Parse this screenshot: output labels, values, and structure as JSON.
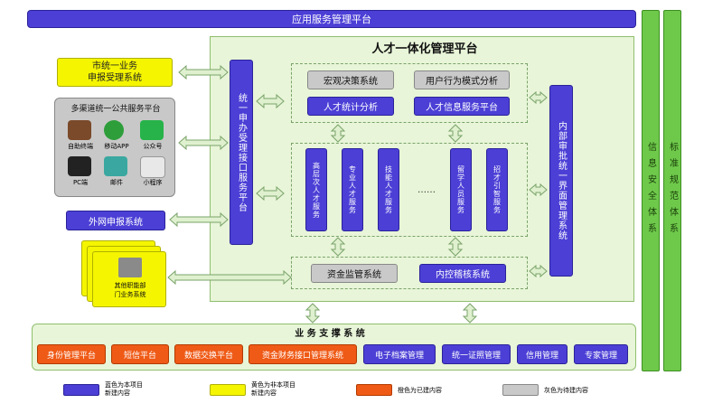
{
  "top_bar": "应用服务管理平台",
  "right_cols": {
    "security": "信息安全体系",
    "standard": "标准规范体系"
  },
  "main_platform": {
    "title": "人才一体化管理平台"
  },
  "left": {
    "unified_report": "市统一业务\n申报受理系统",
    "multi_channel": {
      "title": "多渠道统一公共服务平台",
      "items": [
        "自助终端",
        "移动APP",
        "公众号",
        "PC端",
        "邮件",
        "小程序"
      ]
    },
    "external": "外网申报系统",
    "other_dept": "其他职能部\n门业务系统"
  },
  "interface_platform": "统一申办受理接口服务平台",
  "internal_platform": "内部审批统一界面管理系统",
  "top_modules": {
    "macro": "宏观决策系统",
    "user_behavior": "用户行为模式分析",
    "stats": "人才统计分析",
    "info": "人才信息服务平台"
  },
  "services": [
    "高层次人才服务",
    "专业人才服务",
    "技能人才服务",
    "……",
    "留学人员服务",
    "招才引智服务"
  ],
  "bottom_modules": {
    "fund": "资金监管系统",
    "control": "内控稽核系统"
  },
  "support": {
    "title": "业 务 支 撑 系 统",
    "items": [
      {
        "label": "身份管理平台",
        "type": "orange"
      },
      {
        "label": "短信平台",
        "type": "orange"
      },
      {
        "label": "数据交换平台",
        "type": "orange"
      },
      {
        "label": "资金财务接口管理系统",
        "type": "orange"
      },
      {
        "label": "电子档案管理",
        "type": "blue"
      },
      {
        "label": "统一证照管理",
        "type": "blue"
      },
      {
        "label": "信用管理",
        "type": "blue"
      },
      {
        "label": "专家管理",
        "type": "blue"
      }
    ]
  },
  "legend": [
    {
      "label": "蓝色为本项目\n新建内容",
      "color": "#4b3fd6"
    },
    {
      "label": "黄色为非本项目\n新建内容",
      "color": "#f5f500"
    },
    {
      "label": "橙色为已建内容",
      "color": "#ef5a16"
    },
    {
      "label": "灰色为待建内容",
      "color": "#c9c9c9"
    }
  ]
}
